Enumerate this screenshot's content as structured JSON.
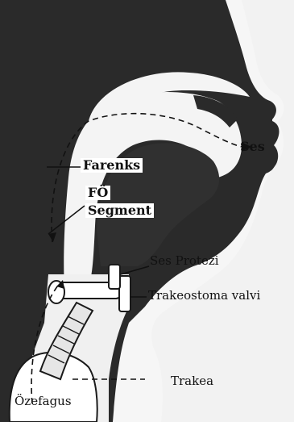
{
  "figure": {
    "labels": {
      "ses": "Ses",
      "farenks": "Farenks",
      "fo": "FÖ",
      "segment": "Segment",
      "ses_protezi": "Ses Protezi",
      "trakeostoma_valvi": "Trakeostoma valvi",
      "trakea": "Trakea",
      "ozefagus": "Özefagus"
    }
  }
}
